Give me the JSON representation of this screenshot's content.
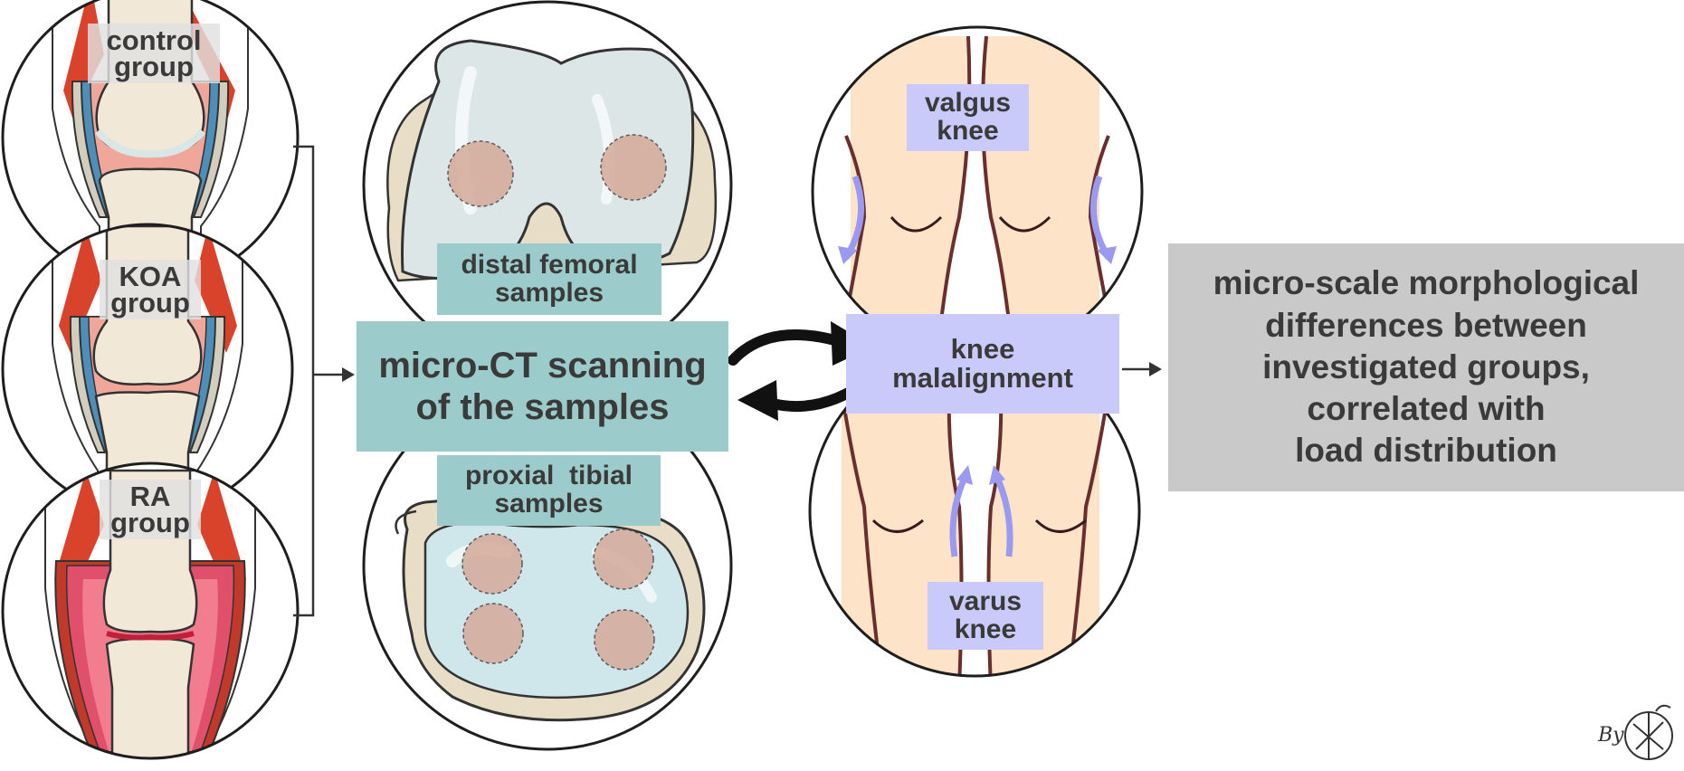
{
  "groups": [
    {
      "line1": "control",
      "line2": "group"
    },
    {
      "line1": "KOA",
      "line2": "group"
    },
    {
      "line1": "RA",
      "line2": "group"
    }
  ],
  "femoral_label": {
    "line1": "distal femoral",
    "line2": "samples"
  },
  "tibial_label": {
    "line1": "proxial  tibial",
    "line2": "samples"
  },
  "scan_box": {
    "line1": "micro-CT scanning",
    "line2": "of the samples"
  },
  "valgus_label": {
    "line1": "valgus",
    "line2": "knee"
  },
  "malignment_box": {
    "line1": "knee",
    "line2": "malalignment"
  },
  "varus_label": {
    "line1": "varus",
    "line2": "knee"
  },
  "result_box": {
    "line1": "micro-scale morphological",
    "line2": "differences between",
    "line3": "investigated groups,",
    "line4": "correlated with",
    "line5": "load distribution"
  },
  "signature": "By",
  "colors": {
    "teal": "#9ccbcb",
    "lavender": "#c9c9fa",
    "gray": "#c9c9c9",
    "muscle": "#d9432c",
    "synovium_blue": "#4d8fb8",
    "inflamed": "#e0506a",
    "bone": "#f2e8d8",
    "cartilage_femur": "#d9e6e6",
    "skin": "#fde3c8",
    "skin_outline": "#6b2e2e",
    "arrow_lavender": "#9a9af0"
  }
}
